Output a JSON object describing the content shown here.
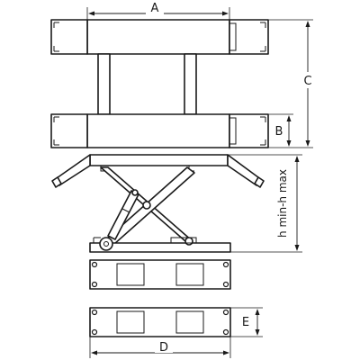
{
  "diagram": {
    "dimensions": {
      "a": "A",
      "b": "B",
      "c": "C",
      "d": "D",
      "e": "E",
      "h": "h min-h max"
    }
  }
}
